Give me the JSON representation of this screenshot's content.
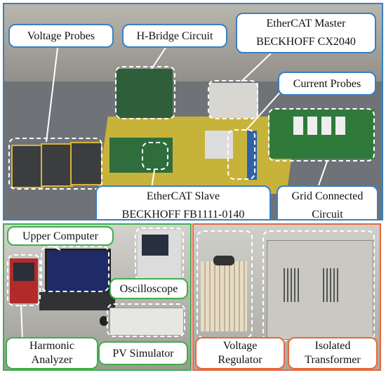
{
  "top_panel": {
    "labels": {
      "voltage_probes": "Voltage Probes",
      "h_bridge": "H-Bridge Circuit",
      "ethercat_master_line1": "EtherCAT Master",
      "ethercat_master_line2": "BECKHOFF CX2040",
      "current_probes": "Current Probes",
      "ethercat_slave_line1": "EtherCAT Slave",
      "ethercat_slave_line2": "BECKHOFF FB1111-0140",
      "grid_connected_line1": "Grid Connected",
      "grid_connected_line2": "Circuit"
    }
  },
  "bottom_left_panel": {
    "labels": {
      "upper_computer": "Upper Computer",
      "oscilloscope": "Oscilloscope",
      "harmonic_line1": "Harmonic",
      "harmonic_line2": "Analyzer",
      "pv_simulator": "PV Simulator"
    }
  },
  "bottom_right_panel": {
    "labels": {
      "voltage_regulator_line1": "Voltage",
      "voltage_regulator_line2": "Regulator",
      "isolated_transformer_line1": "Isolated",
      "isolated_transformer_line2": "Transformer"
    }
  },
  "colors": {
    "top_border": "#3a7fc1",
    "bottom_left_border": "#3fae4b",
    "bottom_right_border": "#e6683a"
  }
}
